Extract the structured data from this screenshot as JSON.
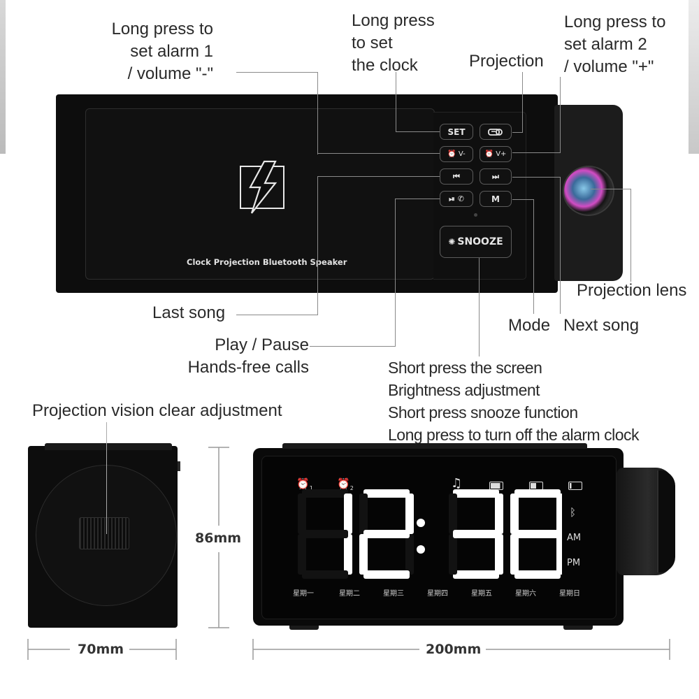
{
  "labels": {
    "alarm1": [
      "Long press to",
      "set alarm 1",
      "/ volume \"-\""
    ],
    "set_clock": [
      "Long press",
      "to set",
      "the clock"
    ],
    "projection": "Projection",
    "alarm2": [
      "Long press to",
      "set alarm 2",
      "/ volume \"+\""
    ],
    "projection_lens": "Projection lens",
    "last_song": "Last song",
    "mode": "Mode",
    "next_song": "Next song",
    "play_pause": [
      "Play / Pause",
      "Hands-free calls"
    ],
    "snooze_desc": [
      "Short press the screen",
      "Brightness adjustment",
      "Short press snooze function",
      "Long press to turn off the alarm clock"
    ],
    "focus_adjust": "Projection vision clear adjustment"
  },
  "device": {
    "product_name": "Clock Projection Bluetooth Speaker",
    "buttons": {
      "set": "SET",
      "v_minus": "⏰ V-",
      "v_plus": "⏰ V+",
      "prev": "⏮",
      "next": "⏭",
      "play": "⏯ ✆",
      "mode": "M",
      "snooze": "SNOOZE"
    }
  },
  "display": {
    "time_digits": [
      "1",
      "2",
      "3",
      "8"
    ],
    "am": "AM",
    "pm": "PM",
    "weekdays": [
      "星期一",
      "星期二",
      "星期三",
      "星期四",
      "星期五",
      "星期六",
      "星期日"
    ]
  },
  "dimensions": {
    "height": "86mm",
    "depth": "70mm",
    "width": "200mm"
  },
  "colors": {
    "device_body": "#0d0d0d",
    "display_digits": "#ffffff",
    "leader_lines": "#8a8a8a"
  }
}
